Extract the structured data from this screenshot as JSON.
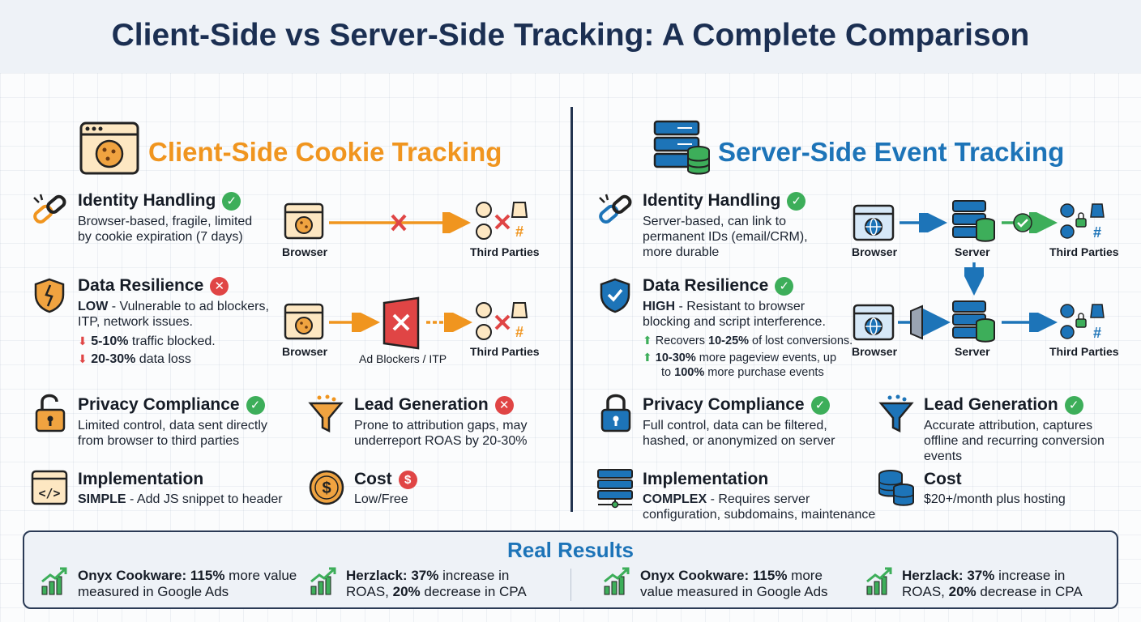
{
  "title": "Client-Side vs Server-Side Tracking: A Complete Comparison",
  "client": {
    "section_title": "Client-Side Cookie Tracking",
    "identity": {
      "title": "Identity Handling",
      "desc1": "Browser-based, fragile, limited",
      "desc2": "by cookie expiration (7 days)"
    },
    "resilience": {
      "title": "Data Resilience",
      "level": "LOW",
      "desc1": " - Vulnerable to ad blockers,",
      "desc2": "ITP, network issues.",
      "bullet1_value": "5-10%",
      "bullet1_text": " traffic blocked.",
      "bullet2_value": "20-30%",
      "bullet2_text": " data loss"
    },
    "privacy": {
      "title": "Privacy Compliance",
      "desc1": "Limited control, data sent directly",
      "desc2": "from browser to third parties"
    },
    "lead": {
      "title": "Lead Generation",
      "desc1": "Prone to attribution gaps, may",
      "desc2": "underreport ROAS by 20-30%"
    },
    "implementation": {
      "title": "Implementation",
      "level": "SIMPLE",
      "desc": " - Add JS snippet to header"
    },
    "cost": {
      "title": "Cost",
      "desc": "Low/Free"
    },
    "diagram": {
      "browser": "Browser",
      "third_parties": "Third Parties",
      "ad_blockers": "Ad Blockers / ITP"
    }
  },
  "server": {
    "section_title": "Server-Side Event Tracking",
    "identity": {
      "title": "Identity Handling",
      "desc1": "Server-based, can link to",
      "desc2": "permanent IDs (email/CRM),",
      "desc3": "more durable"
    },
    "resilience": {
      "title": "Data Resilience",
      "level": "HIGH",
      "desc1": " - Resistant to browser",
      "desc2": "blocking and script interference.",
      "bullet1_pre": "Recovers ",
      "bullet1_value": "10-25%",
      "bullet1_text": " of lost conversions.",
      "bullet2_value": "10-30%",
      "bullet2_text": " more pageview events, up",
      "bullet2_pre2": "to ",
      "bullet2_value2": "100%",
      "bullet2_text2": " more purchase events"
    },
    "privacy": {
      "title": "Privacy Compliance",
      "desc1": "Full control, data can be filtered,",
      "desc2": "hashed, or anonymized on server"
    },
    "lead": {
      "title": "Lead Generation",
      "desc1": "Accurate attribution, captures",
      "desc2": "offline and recurring conversion",
      "desc3": "events"
    },
    "implementation": {
      "title": "Implementation",
      "level": "COMPLEX",
      "desc1": " - Requires server",
      "desc2": "configuration, subdomains, maintenance"
    },
    "cost": {
      "title": "Cost",
      "desc": "$20+/month plus hosting"
    },
    "diagram": {
      "browser": "Browser",
      "server": "Server",
      "third_parties": "Third Parties"
    }
  },
  "results": {
    "title": "Real Results",
    "items": [
      {
        "name": "Onyx Cookware:",
        "value": "115%",
        "line1_rest": " more value",
        "line2": "measured in Google Ads"
      },
      {
        "name": "Herzlack:",
        "value": "37%",
        "line1_rest": " increase in",
        "line2_pre": "ROAS, ",
        "value2": "20%",
        "line2_rest": " decrease in CPA"
      },
      {
        "name": "Onyx Cookware:",
        "value": "115%",
        "line1_rest": " more",
        "line2": "value measured in Google Ads"
      },
      {
        "name": "Herzlack:",
        "value": "37%",
        "line1_rest": " increase in",
        "line2_pre": "ROAS, ",
        "value2": "20%",
        "line2_rest": " decrease in CPA"
      }
    ]
  },
  "colors": {
    "client_accent": "#f0951f",
    "server_accent": "#1d74b8",
    "ok": "#3dae5a",
    "bad": "#e04545",
    "navy": "#1b2f52"
  },
  "icons": {
    "ok": "✓",
    "bad": "✕",
    "cost": "$"
  }
}
